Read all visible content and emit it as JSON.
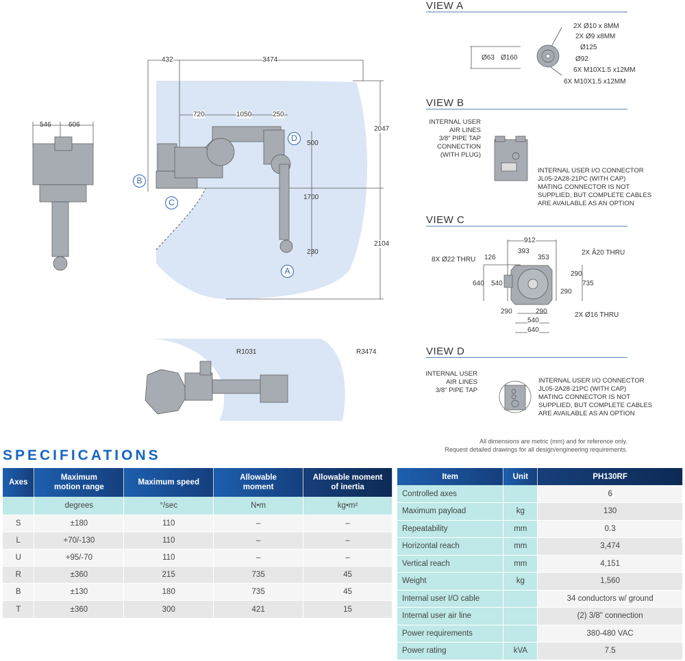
{
  "drawings": {
    "front_view": {
      "dims": [
        "546",
        "606"
      ]
    },
    "side_view": {
      "dims": [
        "432",
        "3474",
        "720",
        "1050",
        "250",
        "500",
        "1700",
        "230",
        "2047",
        "2104"
      ],
      "callouts": [
        "A",
        "B",
        "C",
        "D"
      ]
    },
    "top_view": {
      "dims": [
        "R1031",
        "R3474"
      ]
    },
    "view_a": {
      "title": "VIEW A",
      "dims": [
        "Ø63",
        "Ø160"
      ],
      "notes": [
        "2X Ø10 x 8MM",
        "2X Ø9 x8MM",
        "Ø125",
        "Ø92",
        "6X M10X1.5  x12MM",
        "6X M10X1.5  x12MM"
      ]
    },
    "view_b": {
      "title": "VIEW B",
      "air_note": "INTERNAL USER\nAIR LINES\n3/8\" PIPE TAP\nCONNECTION\n(WITH PLUG)",
      "io_note": "INTERNAL USER I/O CONNECTOR\nJL05-2A28-21PC (WITH CAP)\nMATING CONNECTOR IS NOT\nSUPPLIED, BUT COMPLETE CABLES\nARE AVAILABLE AS AN OPTION"
    },
    "view_c": {
      "title": "VIEW C",
      "dims": [
        "912",
        "393",
        "126",
        "353",
        "640",
        "540",
        "290",
        "735",
        "290",
        "290",
        "290",
        "540",
        "640"
      ],
      "notes": [
        "8X Ø22 THRU",
        "2X  Â20 THRU",
        "2X Ø16 THRU"
      ]
    },
    "view_d": {
      "title": "VIEW D",
      "air_note": "INTERNAL USER\nAIR LINES\n3/8\" PIPE TAP",
      "io_note": "INTERNAL USER I/O CONNECTOR\nJL05-2A28-21PC (WITH CAP)\nMATING CONNECTOR IS NOT\nSUPPLIED, BUT COMPLETE CABLES\nARE AVAILABLE AS AN OPTION"
    },
    "disclaimer": "All dimensions are metric (mm) and for reference only.\nRequest detailed drawings for all design/engineering requirements."
  },
  "specifications": {
    "title": "SPECIFICATIONS",
    "axes_table": {
      "headers": [
        "Axes",
        "Maximum motion range",
        "Maximum speed",
        "Allowable moment",
        "Allowable moment of inertia"
      ],
      "units": [
        "",
        "degrees",
        "°/sec",
        "N•m",
        "kg•m²"
      ],
      "rows": [
        [
          "S",
          "±180",
          "110",
          "–",
          "–"
        ],
        [
          "L",
          "+70/-130",
          "110",
          "–",
          "–"
        ],
        [
          "U",
          "+95/-70",
          "110",
          "–",
          "–"
        ],
        [
          "R",
          "±360",
          "215",
          "735",
          "45"
        ],
        [
          "B",
          "±130",
          "180",
          "735",
          "45"
        ],
        [
          "T",
          "±360",
          "300",
          "421",
          "15"
        ]
      ]
    },
    "item_table": {
      "headers": [
        "Item",
        "Unit",
        "PH130RF"
      ],
      "rows": [
        [
          "Controlled axes",
          "",
          "6"
        ],
        [
          "Maximum payload",
          "kg",
          "130"
        ],
        [
          "Repeatability",
          "mm",
          "0.3"
        ],
        [
          "Horizontal reach",
          "mm",
          "3,474"
        ],
        [
          "Vertical reach",
          "mm",
          "4,151"
        ],
        [
          "Weight",
          "kg",
          "1,560"
        ],
        [
          "Internal user I/O cable",
          "",
          "34 conductors w/ ground"
        ],
        [
          "Internal user air line",
          "",
          "(2) 3/8\" connection"
        ],
        [
          "Power requirements",
          "",
          "380-480 VAC"
        ],
        [
          "Power rating",
          "kVA",
          "7.5"
        ]
      ]
    }
  }
}
